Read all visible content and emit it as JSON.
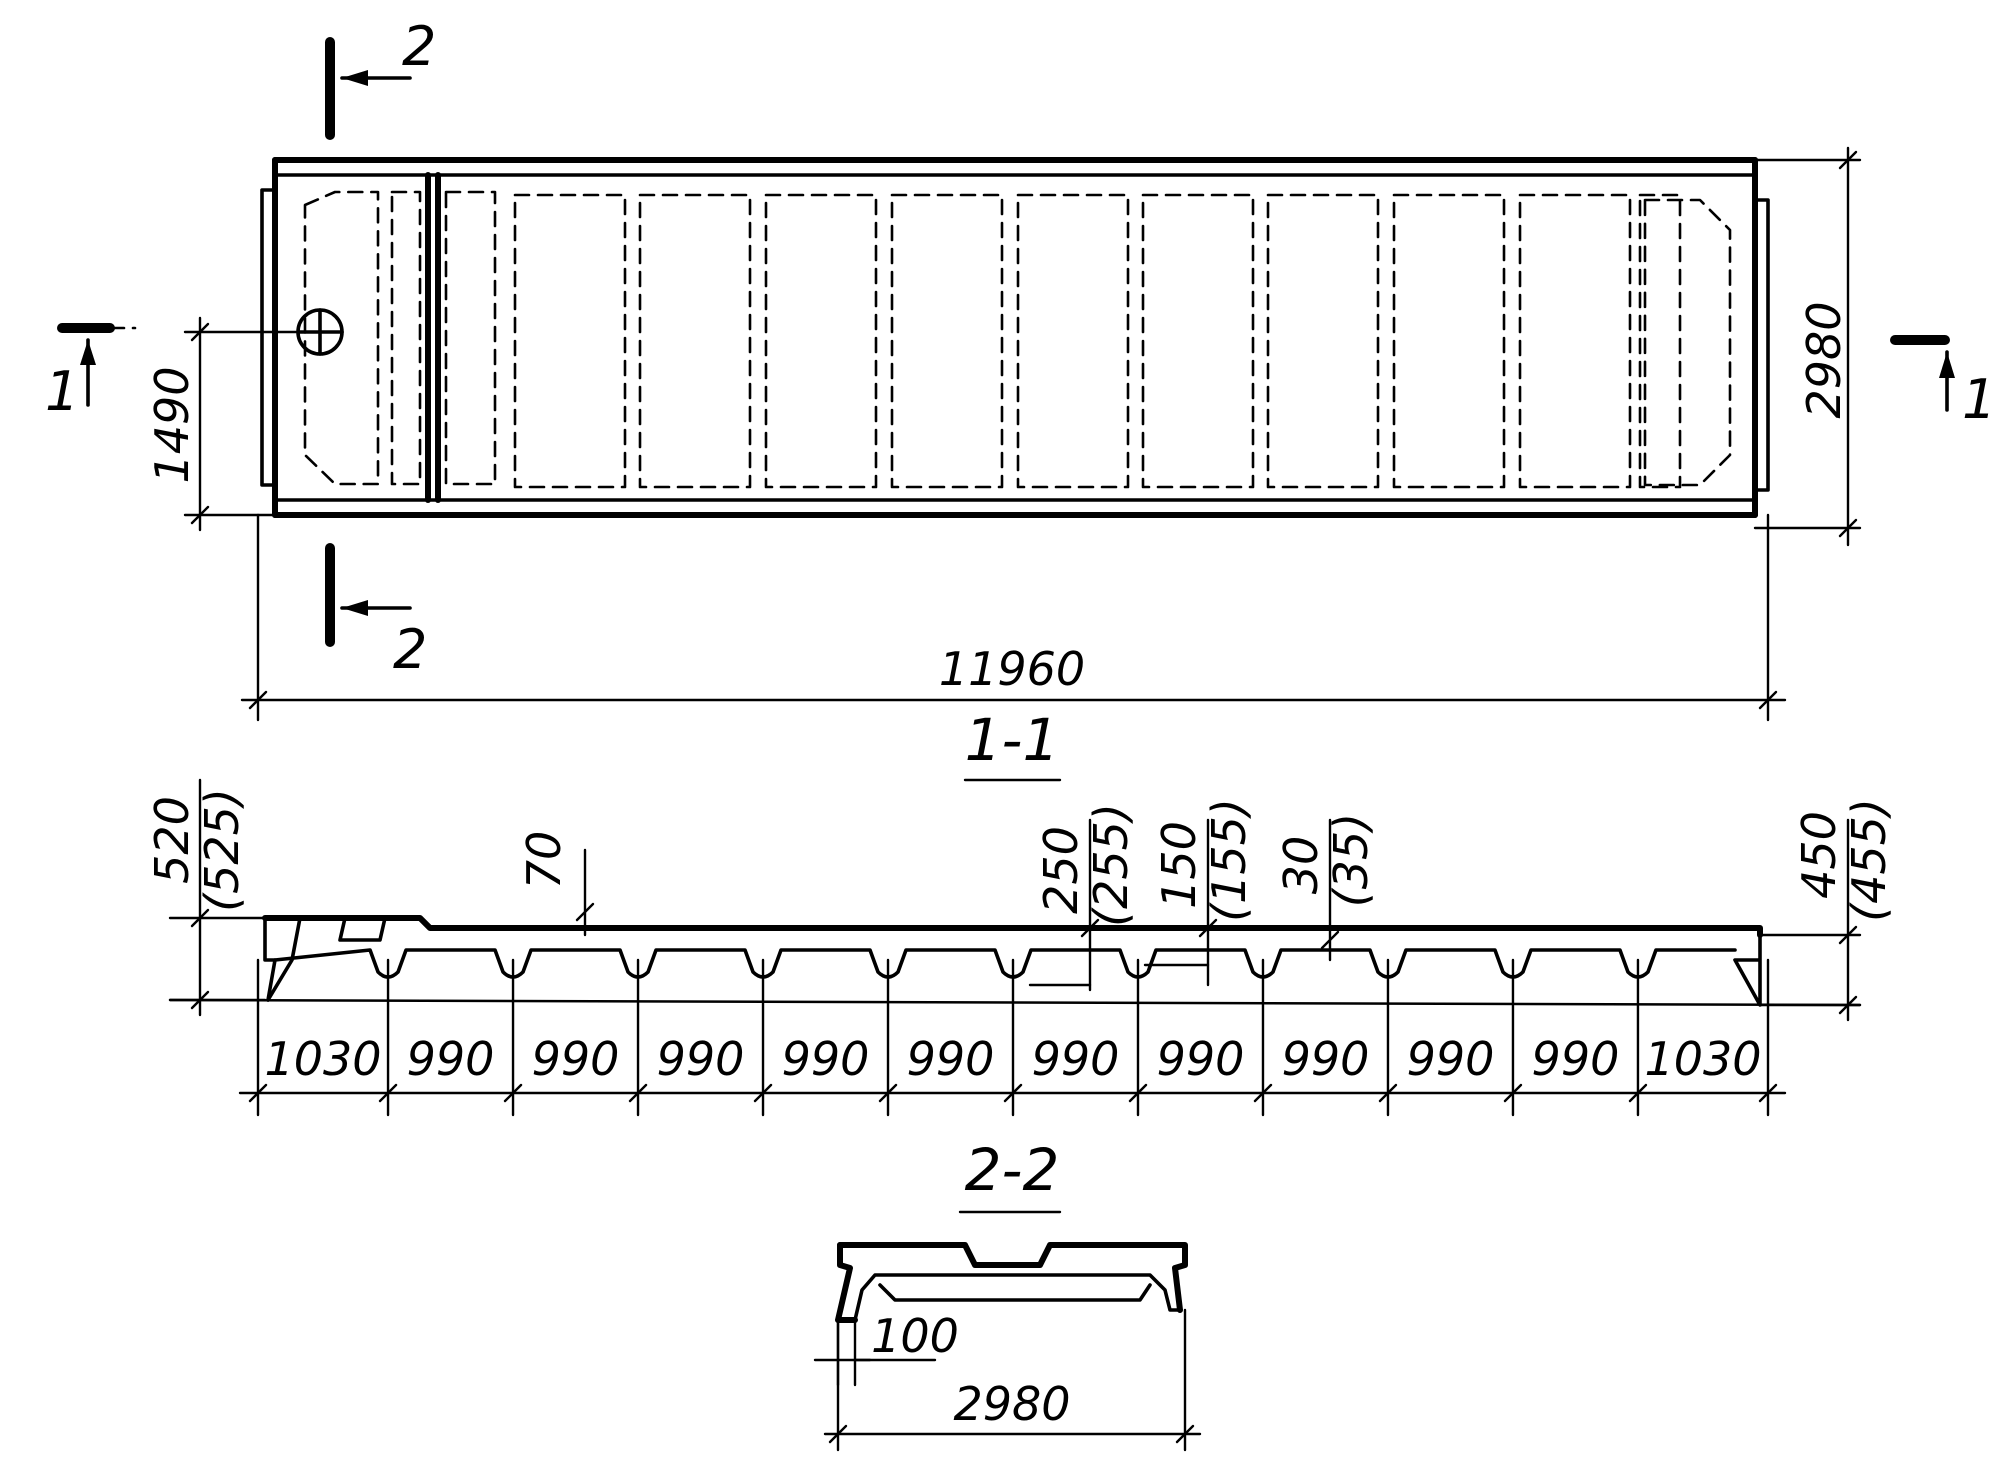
{
  "plan": {
    "length": "11960",
    "width": "2980",
    "half_width": "1490",
    "cut_1_left": "1",
    "cut_1_right": "1",
    "cut_2_top": "2",
    "cut_2_bottom": "2"
  },
  "section_1_1": {
    "title": "1-1",
    "height_left": "520",
    "height_left_alt": "(525)",
    "shelf": "70",
    "rib_height": "250",
    "rib_height_alt": "(255)",
    "rib_mid": "150",
    "rib_mid_alt": "(155)",
    "rib_low": "30",
    "rib_low_alt": "(35)",
    "height_right": "450",
    "height_right_alt": "(455)",
    "spans": [
      "1030",
      "990",
      "990",
      "990",
      "990",
      "990",
      "990",
      "990",
      "990",
      "990",
      "990",
      "1030"
    ]
  },
  "section_2_2": {
    "title": "2-2",
    "rib_width": "100",
    "width": "2980"
  }
}
